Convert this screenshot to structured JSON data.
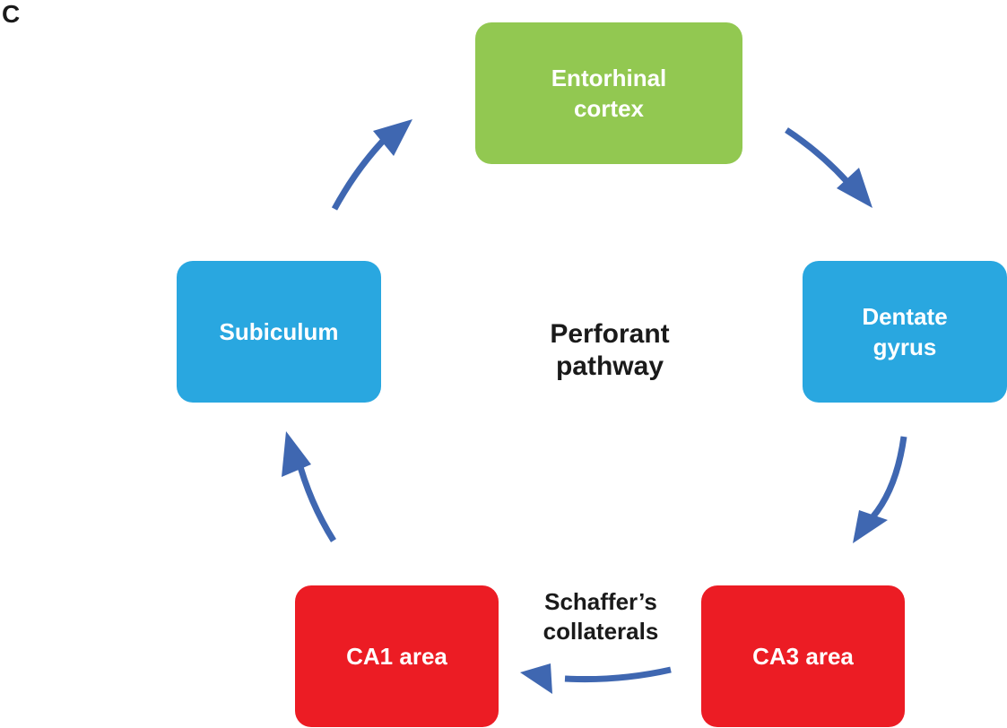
{
  "panel_label": "C",
  "colors": {
    "green": "#92C851",
    "blue": "#29A7E0",
    "red": "#EC1C24",
    "arrow": "#3F67B1",
    "text_dark": "#1a1a1a",
    "text_light": "#ffffff"
  },
  "nodes": {
    "entorhinal": {
      "label": "Entorhinal\ncortex",
      "color": "#92C851"
    },
    "dentate": {
      "label": "Dentate\ngyrus",
      "color": "#29A7E0"
    },
    "ca3": {
      "label": "CA3 area",
      "color": "#EC1C24"
    },
    "ca1": {
      "label": "CA1 area",
      "color": "#EC1C24"
    },
    "subiculum": {
      "label": "Subiculum",
      "color": "#29A7E0"
    }
  },
  "labels": {
    "center": "Perforant\npathway",
    "schaffer": "Schaffer’s\ncollaterals"
  },
  "edges": [
    {
      "from": "Entorhinal cortex",
      "to": "Dentate gyrus"
    },
    {
      "from": "Dentate gyrus",
      "to": "CA3 area"
    },
    {
      "from": "CA3 area",
      "to": "CA1 area",
      "label": "Schaffer’s collaterals"
    },
    {
      "from": "CA1 area",
      "to": "Subiculum"
    },
    {
      "from": "Subiculum",
      "to": "Entorhinal cortex"
    }
  ]
}
